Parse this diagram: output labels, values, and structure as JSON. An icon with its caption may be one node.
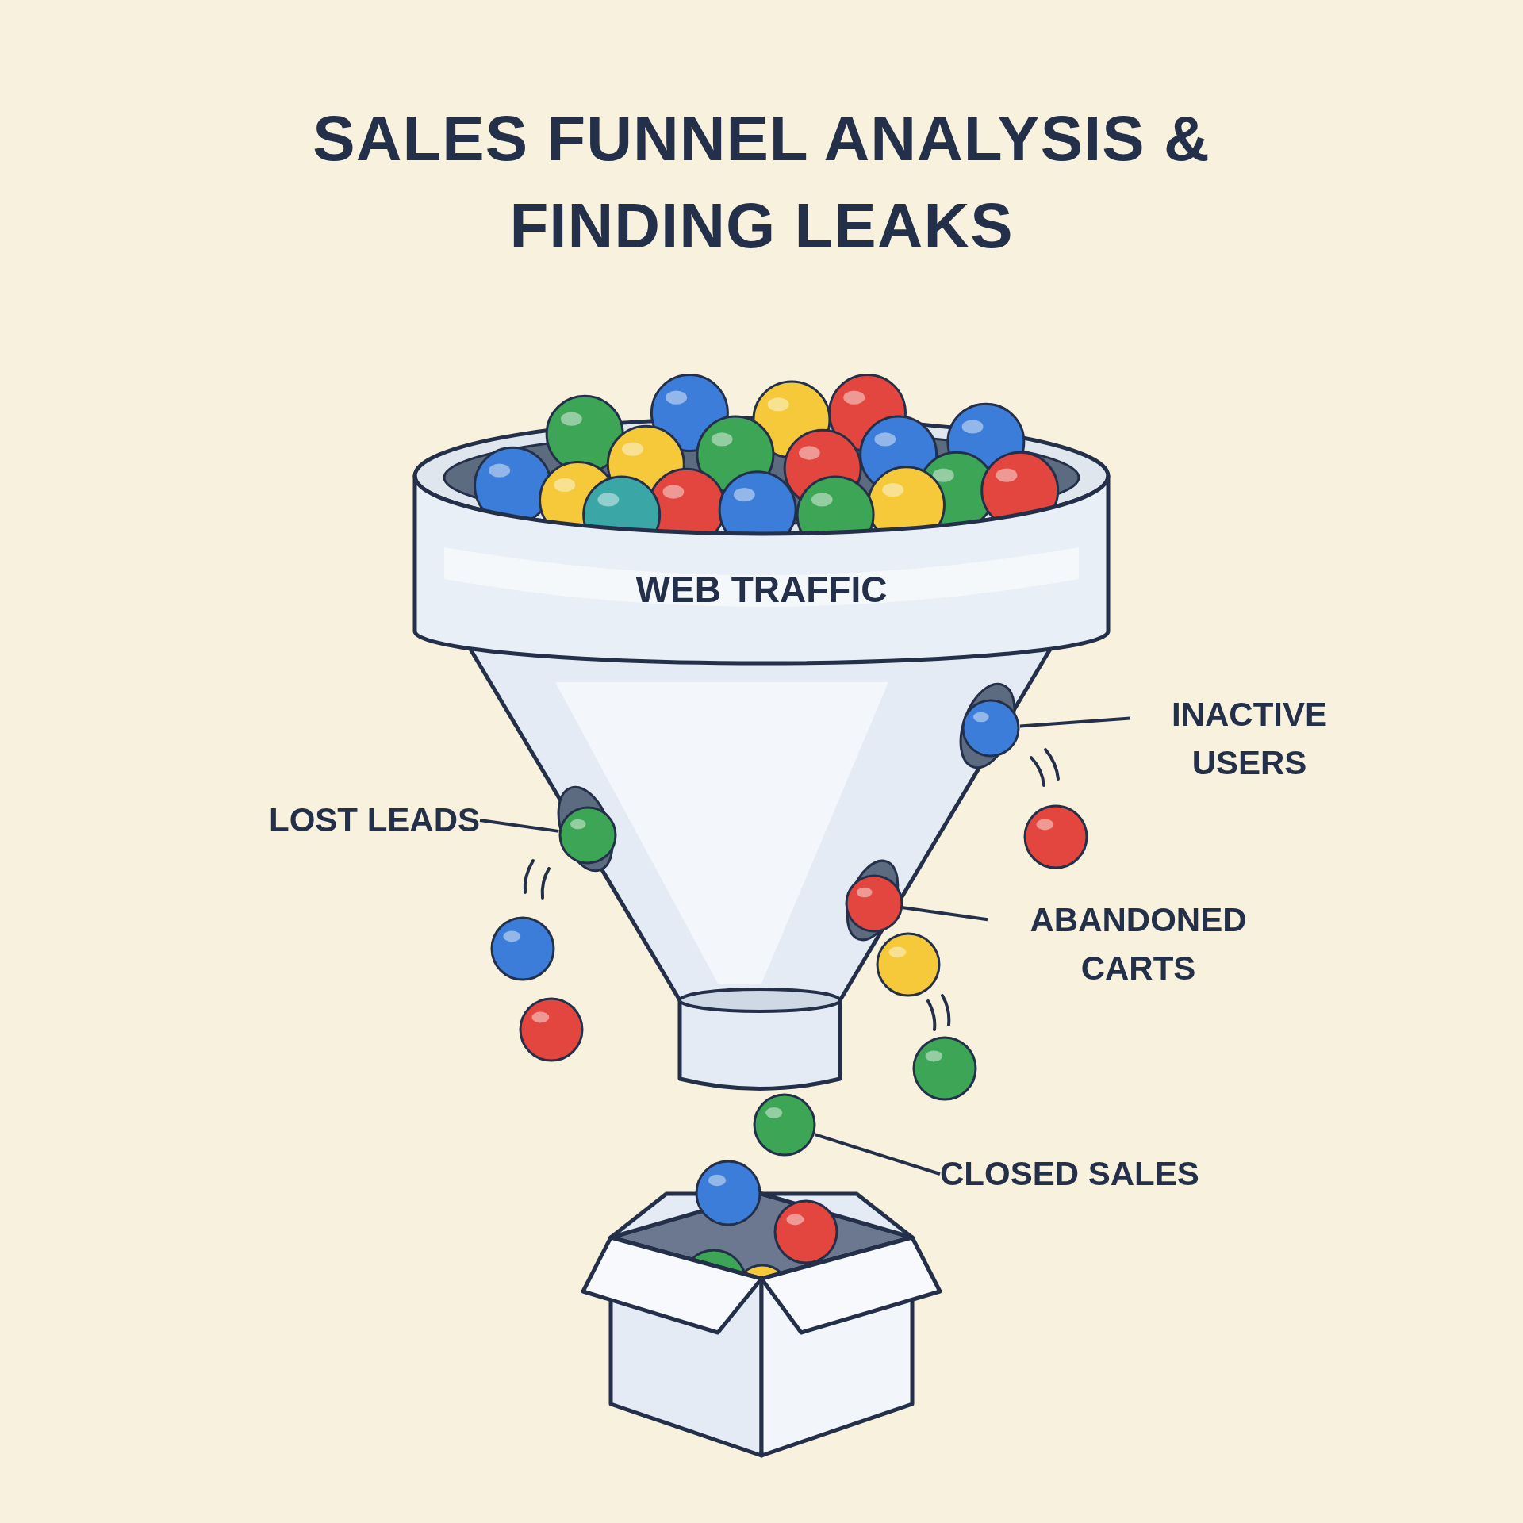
{
  "diagram": {
    "title": "SALES FUNNEL ANALYSIS & FINDING LEAKS",
    "nodes": [
      {
        "text": [
          "WEB TRAFFIC"
        ]
      },
      {
        "text": [
          "INACTIVE USERS"
        ]
      },
      {
        "text": [],
        "shape": "circle",
        "in": 0
      },
      {
        "text": [
          "LOST LEADS"
        ]
      },
      {
        "text": [],
        "shape": "circle",
        "in": 0
      },
      {
        "text": [
          "ABANDONED CARTS"
        ]
      },
      {
        "text": [],
        "shape": "circle",
        "in": 0
      },
      {
        "text": [
          "CLOSED SALES"
        ]
      },
      {
        "text": [],
        "shape": "circle"
      }
    ],
    "edges": [
      {
        "from": 1,
        "to": 2,
        "arrow": "none"
      },
      {
        "from": 3,
        "to": 4,
        "arrow": "none"
      },
      {
        "from": 5,
        "to": 6,
        "arrow": "none"
      },
      {
        "from": 7,
        "to": 8,
        "arrow": "none"
      }
    ]
  }
}
